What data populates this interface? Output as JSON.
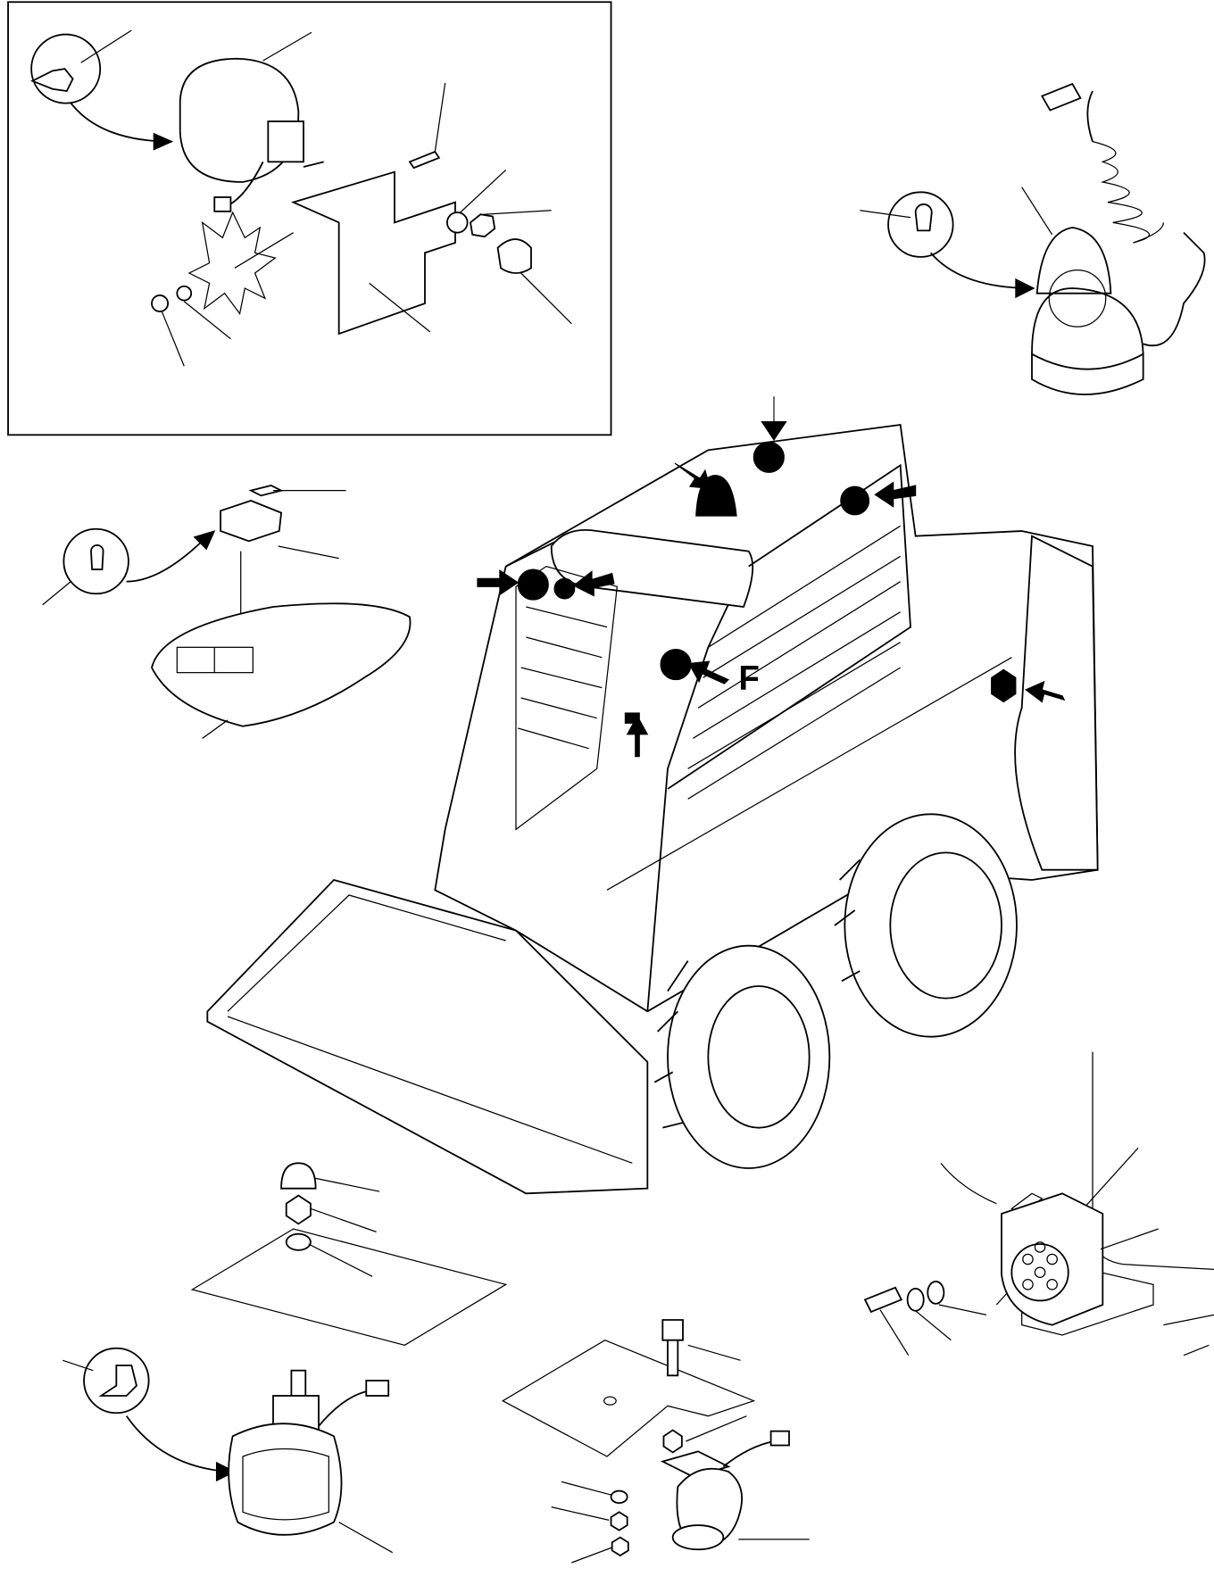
{
  "diagram": {
    "view_label": "F",
    "components": [
      "work-lamp-inset",
      "rotating-beacon",
      "cab-dome-light-switch",
      "skid-steer-loader",
      "front-work-lamp",
      "horn",
      "trailer-socket"
    ]
  }
}
